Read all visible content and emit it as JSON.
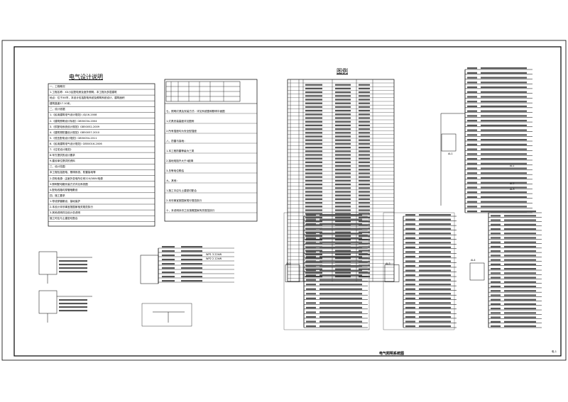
{
  "drawing": {
    "notes_title": "电气设计说明",
    "legend_title": "图例",
    "system_title": "电气照明系统图",
    "sheet_no": "电-1",
    "notes_lines": [
      "一、工程概况",
      "    1.工程名称：XX小区配电房及室外照明，本工程为多层建筑",
      "地点：位于XX市，本设计包括配电系统及照明系统设计，建筑面积",
      "建筑高度17.10米。",
      "二、设计依据",
      "    1.《民用建筑电气设计规范》JGJ16-2008",
      "    2.《建筑照明设计标准》GB50034-2004",
      "    3.《供配电系统设计规范》GB50052-2009",
      "    4.《建筑物防雷设计规范》GB50057-2010",
      "    5.《低压配电设计规范》GB50054-2011",
      "    6.《民用建筑电气设计规范》GB50016-2006",
      "    7.《住宅设计规范》",
      "    8.甲方提供的设计要求",
      "    9.建设单位提供的资料",
      "三、设计范围",
      "    本工程包括配电、照明系统、防雷接地等",
      "    2.供电电源：由室外变电所引来220/380V电源",
      "    3.照明配电箱安装方式详见系统图",
      "    4.配电线路均穿管暗敷设",
      "四、施工要求",
      "    1.导线穿管敷设，接地保护",
      "    2.本设计未尽事宜按国家相关规范执行",
      "    3.其他说明详见设计总说明",
      "    施工时应与土建密切配合"
    ],
    "notes2_lines": [
      "七、照明灯具及安装方式：详见系统图和照明平面图",
      "    1.灯具安装高度详见图例",
      "    2.所有插座均为安全型插座",
      "八、防雷与接地：",
      "    1.本工程防雷等级为三类",
      "    2.接地电阻不大于4欧姆",
      "    3.总等电位联结",
      "九、其他：",
      "    1.施工中应与土建密切配合",
      "    2.未尽事宜按国家现行规范执行",
      "十、本说明未尽之处按照国家有关规范执行"
    ],
    "bus_labels": [
      "AL1",
      "AL2",
      "AL3",
      "AL4"
    ],
    "annotations": [
      "WP1 3.22kW",
      "WP2 2.12kW",
      "AL1",
      "AL2",
      "AL3"
    ]
  }
}
